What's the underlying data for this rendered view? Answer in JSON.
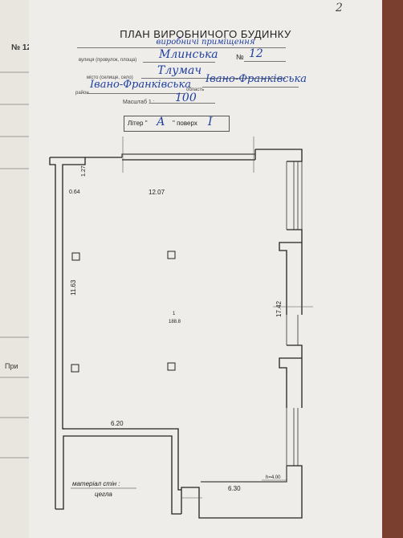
{
  "left_page": {
    "number": "№ 12",
    "label": "При"
  },
  "page_number": "2",
  "header": {
    "title": "ПЛАН ВИРОБНИЧОГО БУДИНКУ",
    "subtitle": "виробничі приміщення",
    "street_label": "вулиця (провулок, площа)",
    "street_value": "Млинська",
    "house_label": "№",
    "house_value": "12",
    "city_label": "місто (селище, село)",
    "city_value": "Тлумач",
    "district_label": "район",
    "district_value": "Івано-Франківська",
    "region_label": "область",
    "region_value": "Івано-Франківська",
    "scale_label": "Масштаб 1 :",
    "scale_value": "100"
  },
  "liter": {
    "liter_label": "Літер \"",
    "liter_value": "А",
    "floor_label": "\" поверх",
    "floor_value": "І"
  },
  "plan": {
    "dim_top": "12.07",
    "dim_left": "11.63",
    "dim_right": "17.42",
    "dim_small_top": "1.27",
    "dim_small_left": "0.64",
    "dim_bottom_left": "6.20",
    "dim_bottom_right": "6.30",
    "room_number": "1",
    "room_area": "188.8",
    "height": "h=4.00",
    "material_label": "матеріал стін :",
    "material_value": "цегла"
  }
}
